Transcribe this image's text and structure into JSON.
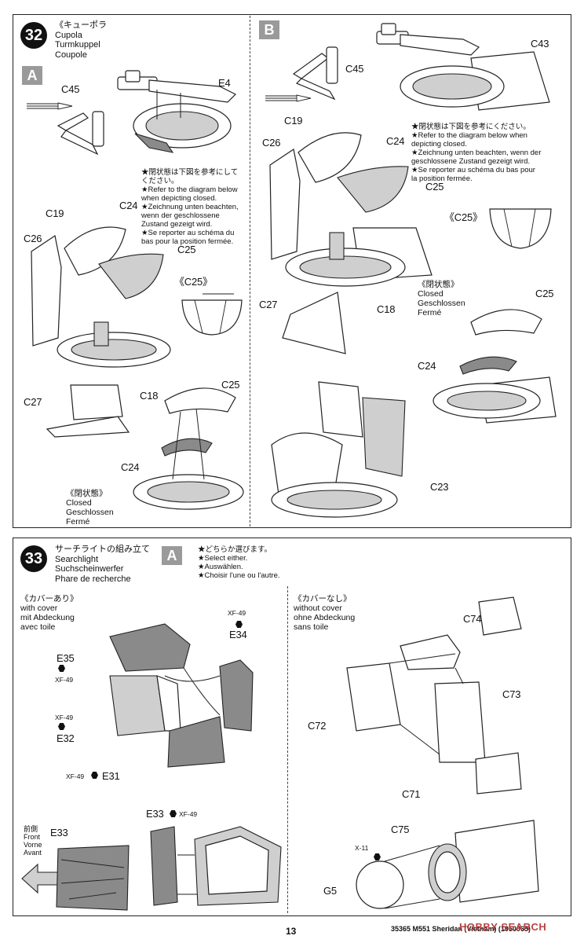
{
  "step32": {
    "number": "32",
    "title_jp": "《キューポラ",
    "title_en": "Cupola",
    "title_de": "Turmkuppel",
    "title_fr": "Coupole",
    "panelA": {
      "badge": "A",
      "parts": {
        "c45": "C45",
        "e4": "E4",
        "c19": "C19",
        "c24": "C24",
        "c26": "C26",
        "c25": "C25",
        "c25b": "C25",
        "c18": "C18",
        "c27": "C27",
        "c24b": "C24",
        "c25c": "C25"
      },
      "note": [
        "★閉状態は下図を参考にして",
        "ください。",
        "★Refer to the diagram below",
        "when depicting closed.",
        "★Zeichnung unten beachten,",
        "wenn der geschlossene",
        "Zustand gezeigt wird.",
        "★Se reporter au schéma du",
        "bas pour la position fermée."
      ],
      "detail_label": "《C25》",
      "closed": [
        "《閉状態》",
        "Closed",
        "Geschlossen",
        "Fermé"
      ]
    },
    "panelB": {
      "badge": "B",
      "parts": {
        "c45": "C45",
        "c43": "C43",
        "c19": "C19",
        "c24": "C24",
        "c26": "C26",
        "c25": "C25",
        "c27": "C27",
        "c18": "C18",
        "c25b": "C25",
        "c24b": "C24",
        "c23": "C23"
      },
      "note": [
        "★閉状態は下図を参考にください。",
        "★Refer to the diagram below when",
        "depicting closed.",
        "★Zeichnung unten beachten, wenn der",
        "geschlossene Zustand gezeigt wird.",
        "★Se reporter au schéma du bas pour",
        "la position fermée."
      ],
      "detail_label": "《C25》",
      "closed": [
        "《閉状態》",
        "Closed",
        "Geschlossen",
        "Fermé"
      ]
    }
  },
  "step33": {
    "number": "33",
    "title_jp": "サーチライトの組み立て",
    "title_en": "Searchlight",
    "title_de": "Suchscheinwerfer",
    "title_fr": "Phare de recherche",
    "badge": "A",
    "select_note": [
      "★どちらか選びます。",
      "★Select either.",
      "★Auswählen.",
      "★Choisir l'une ou l'autre."
    ],
    "with_cover": [
      "《カバーあり》",
      "with cover",
      "mit Abdeckung",
      "avec toile"
    ],
    "without_cover": [
      "《カバーなし》",
      "without cover",
      "ohne Abdeckung",
      "sans toile"
    ],
    "front": [
      "前側",
      "Front",
      "Vorne",
      "Avant"
    ],
    "paint": "XF-49",
    "paint_x": "X-11",
    "parts": {
      "e35": "E35",
      "e34": "E34",
      "e32": "E32",
      "e31": "E31",
      "e33": "E33",
      "e33b": "E33",
      "c74": "C74",
      "c73": "C73",
      "c72": "C72",
      "c71": "C71",
      "c75": "C75",
      "g5": "G5"
    }
  },
  "footer": {
    "page": "13",
    "code": "35365 M551 Sheridan (Vietnam) (1950065)",
    "watermark": "HOBBY SEARCH"
  },
  "colors": {
    "badge_gray": "#9a9a9a",
    "ink": "#111111",
    "watermark": "#b94343"
  }
}
